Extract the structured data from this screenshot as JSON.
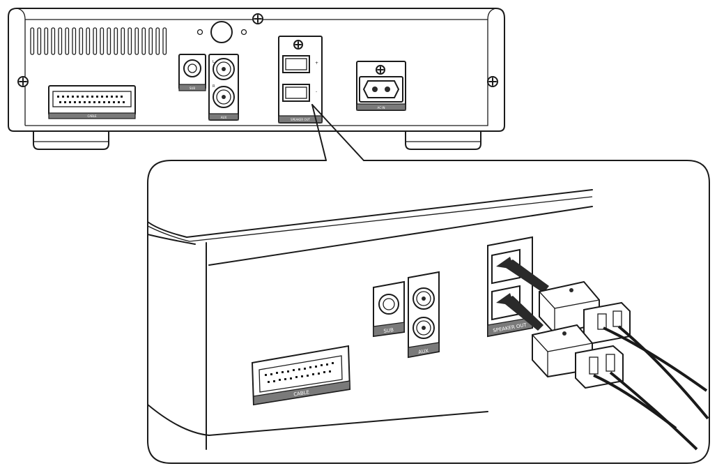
{
  "figure": {
    "top_view": {
      "labels": {
        "cable_port": "CABLE",
        "sub_jack": "SUB",
        "aux_jack": "AUX",
        "speaker_out": "SPEAKER OUT",
        "ac_in": "AC IN"
      },
      "rca_marks": {
        "left": "L",
        "right": "R"
      },
      "speaker_marks": {
        "positive": "+",
        "negative": "-"
      }
    },
    "zoom_view": {
      "labels": {
        "cable_port": "CABLE",
        "sub_jack": "SUB",
        "aux_jack": "AUX",
        "speaker_out": "SPEAKER OUT"
      }
    }
  },
  "colors": {
    "line": "#1a1a1a",
    "panel": "#ffffff",
    "label_strip": "#7a7a7a",
    "cable": "#1a1a1a"
  }
}
